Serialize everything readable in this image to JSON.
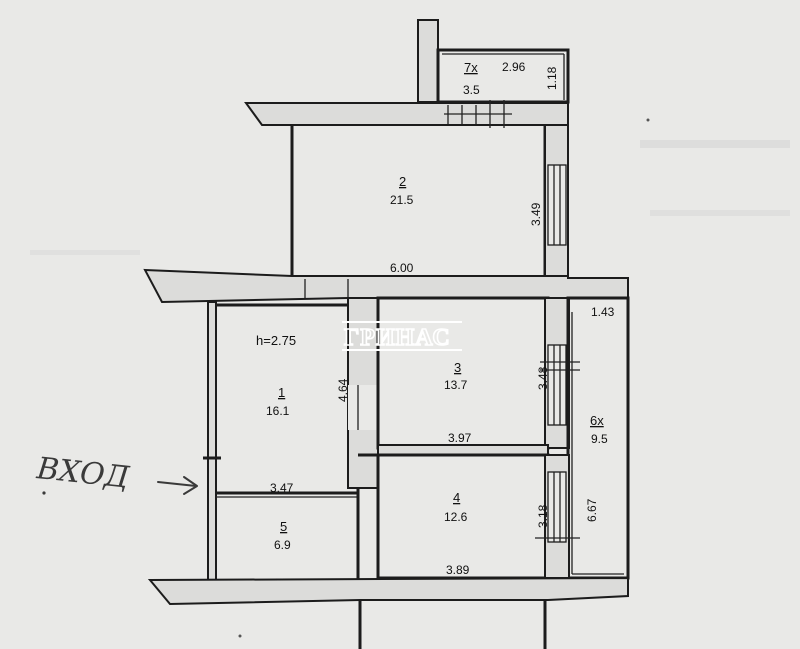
{
  "watermark": "ГРИНАС",
  "entrance_note": "ВХОД",
  "ceiling_height": "h=2.75",
  "rooms": [
    {
      "id": "1",
      "area": "16.1"
    },
    {
      "id": "2",
      "area": "21.5"
    },
    {
      "id": "3",
      "area": "13.7"
    },
    {
      "id": "4",
      "area": "12.6"
    },
    {
      "id": "5",
      "area": "6.9"
    },
    {
      "id": "6х",
      "area": "9.5"
    },
    {
      "id": "7х",
      "area": "3.5"
    }
  ],
  "dimensions": {
    "balcony_length": "2.96",
    "balcony_width": "1.18",
    "room2_width": "6.00",
    "room2_depth": "3.49",
    "room1_depth": "4.64",
    "room1_width": "3.47",
    "room3_depth": "3.48",
    "room3_width": "3.97",
    "room4_depth": "3.18",
    "room4_width": "3.89",
    "loggia_width": "1.43",
    "loggia_length": "6.67"
  },
  "colors": {
    "paper": "#e9e9e7",
    "ink": "#1c1c1c",
    "watermark": "#ffffff"
  }
}
